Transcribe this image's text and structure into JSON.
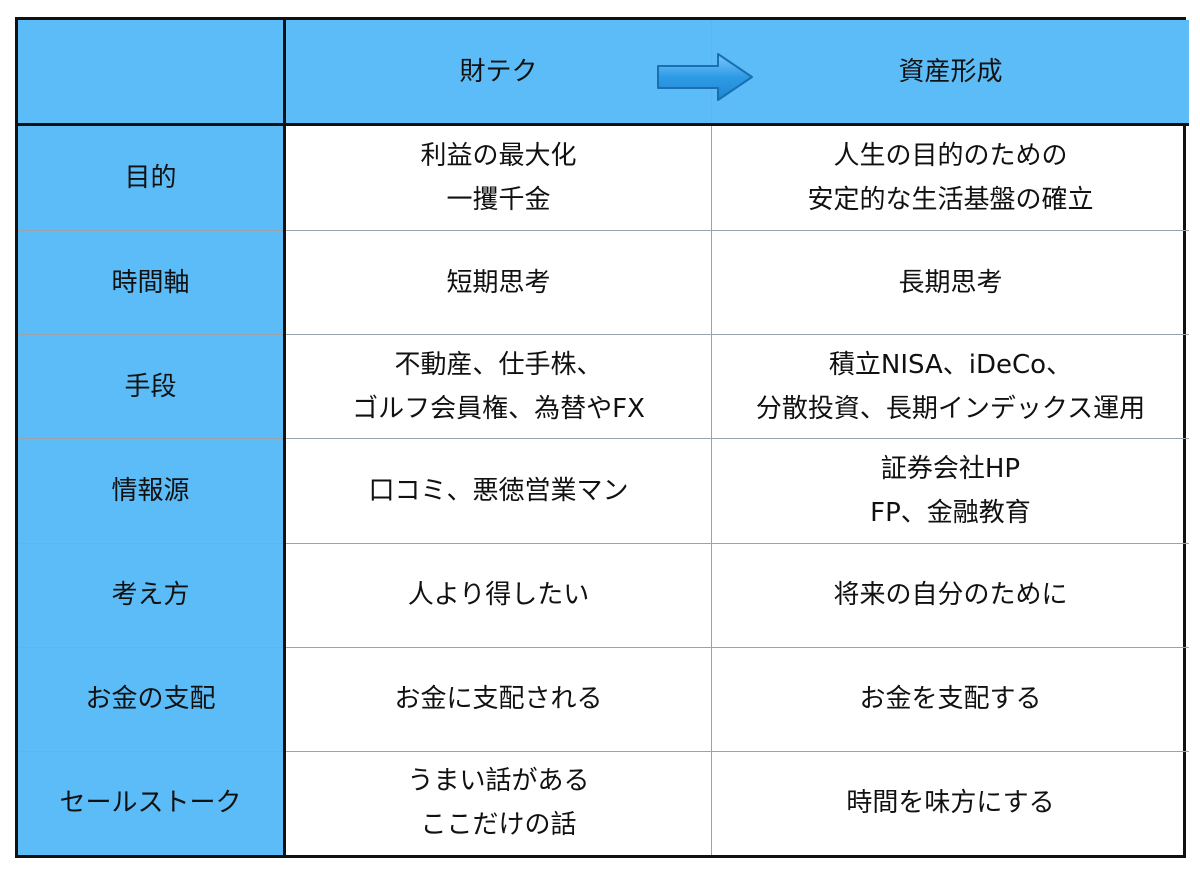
{
  "header": {
    "corner": "",
    "col1": "財テク",
    "col2": "資産形成",
    "arrow_icon": "right-arrow-icon",
    "arrow_color": "#2e9be6"
  },
  "rows": [
    {
      "label": "目的",
      "col1": "利益の最大化\n一攫千金",
      "col2": "人生の目的のための\n安定的な生活基盤の確立"
    },
    {
      "label": "時間軸",
      "col1": "短期思考",
      "col2": "長期思考"
    },
    {
      "label": "手段",
      "col1": "不動産、仕手株、\nゴルフ会員権、為替やFX",
      "col2": "積立NISA、iDeCo、\n分散投資、長期インデックス運用"
    },
    {
      "label": "情報源",
      "col1": "口コミ、悪徳営業マン",
      "col2": "証券会社HP\nFP、金融教育"
    },
    {
      "label": "考え方",
      "col1": "人より得したい",
      "col2": "将来の自分のために"
    },
    {
      "label": "お金の支配",
      "col1": "お金に支配される",
      "col2": "お金を支配する"
    },
    {
      "label": "セールストーク",
      "col1": "うまい話がある\nここだけの話",
      "col2": "時間を味方にする"
    }
  ],
  "colors": {
    "header_bg": "#5bbcf7",
    "border": "#111111",
    "grid_line": "#9aa3ad"
  }
}
